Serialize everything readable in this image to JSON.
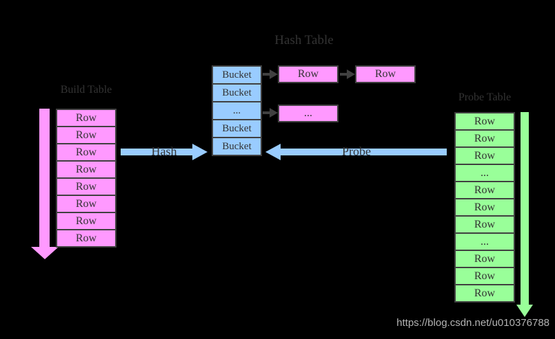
{
  "title": "Hash Table",
  "build_table": {
    "label": "Build Table",
    "rows": [
      "Row",
      "Row",
      "Row",
      "Row",
      "Row",
      "Row",
      "Row",
      "Row"
    ]
  },
  "hash_table": {
    "buckets": [
      "Bucket",
      "Bucket",
      "...",
      "Bucket",
      "Bucket"
    ],
    "chain_row_1": "Row",
    "chain_row_2": "Row",
    "chain_dots": "..."
  },
  "probe_table": {
    "label": "Probe Table",
    "rows": [
      "Row",
      "Row",
      "Row",
      "...",
      "Row",
      "Row",
      "Row",
      "...",
      "Row",
      "Row",
      "Row"
    ]
  },
  "flow": {
    "hash_arrow_label": "Hash",
    "probe_arrow_label": "Probe"
  },
  "watermark": "https://blog.csdn.net/u010376788",
  "colors": {
    "background": "#000000",
    "pink": "#FF99FF",
    "blue": "#99CCFF",
    "green": "#99FF99",
    "outline": "#404040",
    "label_text": "#333333",
    "watermark_text": "#B3B3B3"
  }
}
